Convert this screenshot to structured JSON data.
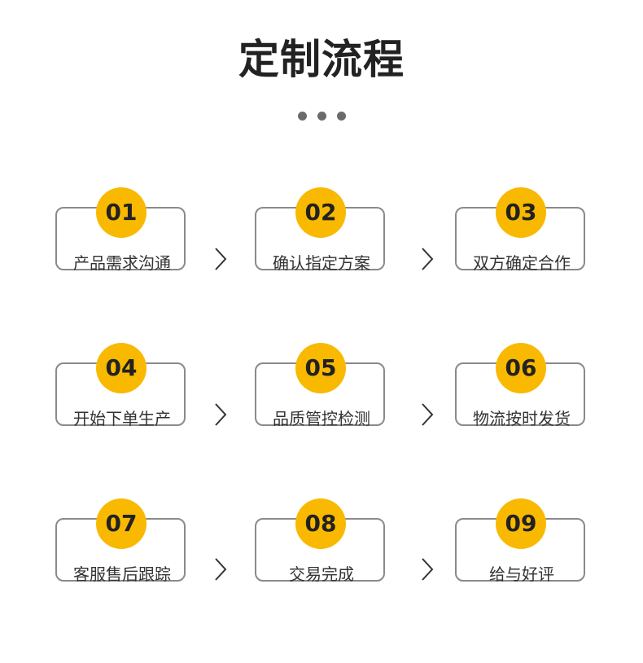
{
  "title": "定制流程",
  "accent_color": "#f9b900",
  "steps": [
    {
      "number": "01",
      "label": "产品需求沟通"
    },
    {
      "number": "02",
      "label": "确认指定方案"
    },
    {
      "number": "03",
      "label": "双方确定合作"
    },
    {
      "number": "04",
      "label": "开始下单生产"
    },
    {
      "number": "05",
      "label": "品质管控检测"
    },
    {
      "number": "06",
      "label": "物流按时发货"
    },
    {
      "number": "07",
      "label": "客服售后跟踪"
    },
    {
      "number": "08",
      "label": "交易完成"
    },
    {
      "number": "09",
      "label": "给与好评"
    }
  ],
  "arrow_icon": "chevron-right-icon"
}
